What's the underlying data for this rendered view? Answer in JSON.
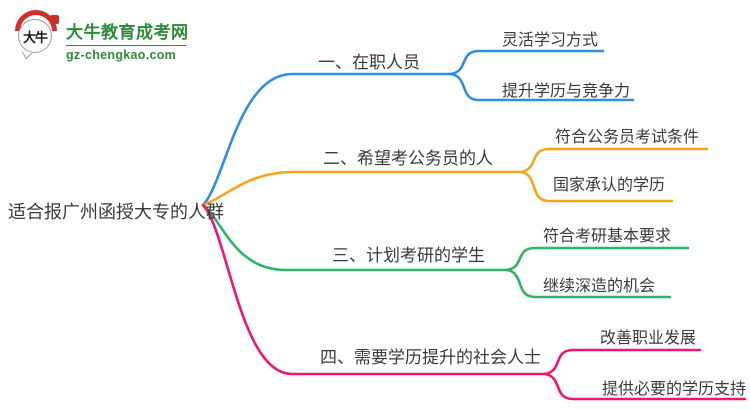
{
  "logo": {
    "icon_text": "大牛",
    "site_name": "大牛教育成考网",
    "site_domain": "gz-chengkao.com",
    "brand_green": "#2e8b3a",
    "brand_red": "#cf3129"
  },
  "mindmap": {
    "root": {
      "label": "适合报广州函授大专的人群"
    },
    "branches": [
      {
        "label": "一、在职人员",
        "color": "#2f8de4",
        "children": [
          {
            "label": "灵活学习方式"
          },
          {
            "label": "提升学历与竞争力"
          }
        ]
      },
      {
        "label": "二、希望考公务员的人",
        "color": "#f5a51d",
        "children": [
          {
            "label": "符合公务员考试条件"
          },
          {
            "label": "国家承认的学历"
          }
        ]
      },
      {
        "label": "三、计划考研的学生",
        "color": "#2eb565",
        "children": [
          {
            "label": "符合考研基本要求"
          },
          {
            "label": "继续深造的机会"
          }
        ]
      },
      {
        "label": "四、需要学历提升的社会人士",
        "color": "#f2146e",
        "children": [
          {
            "label": "改善职业发展"
          },
          {
            "label": "提供必要的学历支持"
          }
        ]
      }
    ]
  }
}
